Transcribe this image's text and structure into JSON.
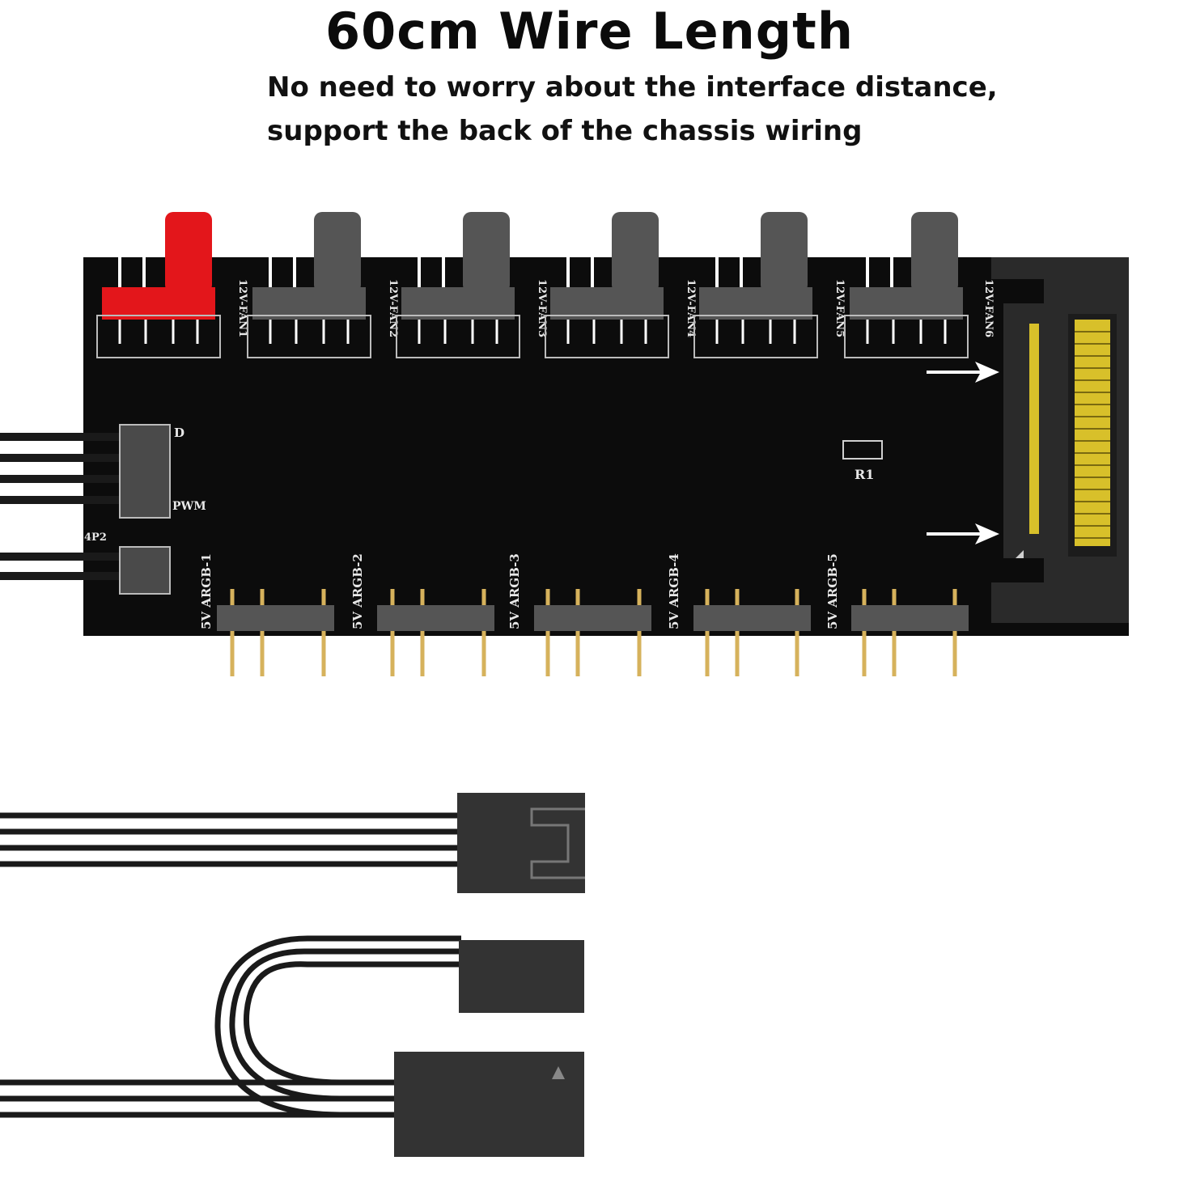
{
  "headline": "60cm Wire Length",
  "subtitle_line1": "No need to worry about the interface distance,",
  "subtitle_line2": "support the back of the chassis wiring",
  "board": {
    "fan_labels": [
      "12V-FAN1",
      "12V-FAN2",
      "12V-FAN3",
      "12V-FAN4",
      "12V-FAN5",
      "12V-FAN6"
    ],
    "argb_labels": [
      "5V ARGB-1",
      "5V ARGB-2",
      "5V ARGB-3",
      "5V ARGB-4",
      "5V ARGB-5"
    ],
    "resistor_label": "R1",
    "header_4p2_label": "4P2",
    "pwm_label": "PWM",
    "d_label": "D"
  },
  "colors": {
    "pcb": "#0c0c0c",
    "connector": "#555555",
    "fan1_connector": "#e3161b",
    "pins_gold": "#d6b25c",
    "sata_pins": "#d8c02a",
    "cable": "#1a1a1a"
  }
}
